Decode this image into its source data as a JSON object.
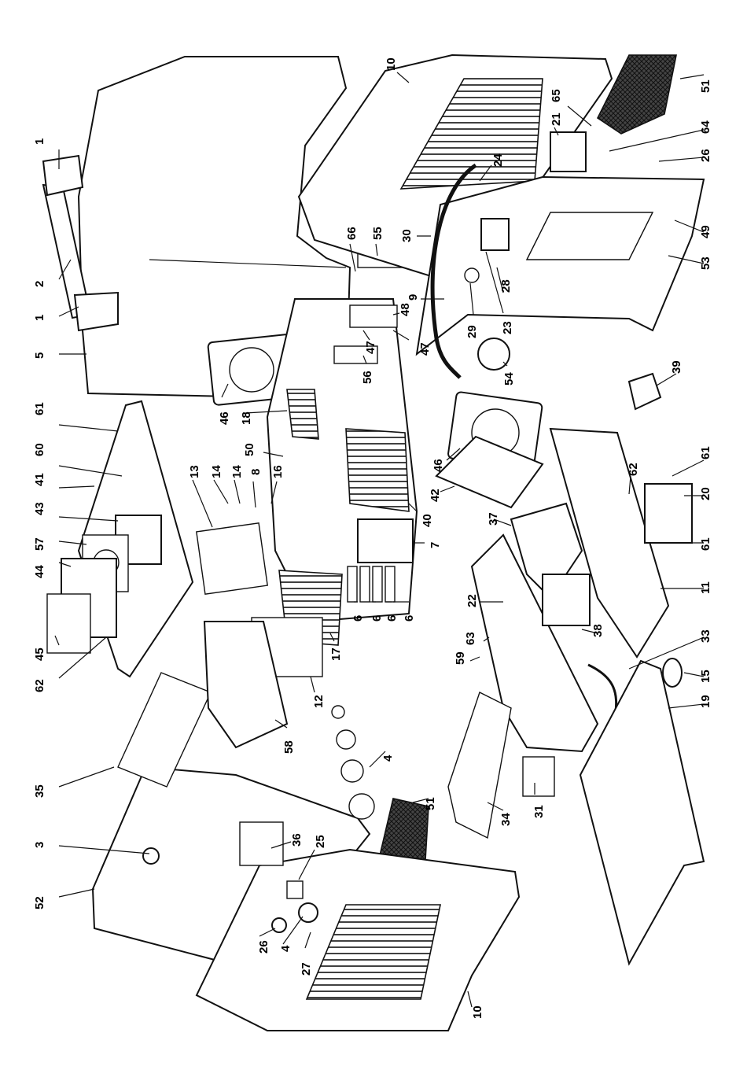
{
  "diagram": {
    "kind": "exploded-parts-view",
    "orientation": "rotated-90",
    "callouts": [
      {
        "label": "1"
      },
      {
        "label": "2"
      },
      {
        "label": "1"
      },
      {
        "label": "5"
      },
      {
        "label": "61"
      },
      {
        "label": "60"
      },
      {
        "label": "41"
      },
      {
        "label": "43"
      },
      {
        "label": "57"
      },
      {
        "label": "44"
      },
      {
        "label": "45"
      },
      {
        "label": "62"
      },
      {
        "label": "35"
      },
      {
        "label": "3"
      },
      {
        "label": "52"
      },
      {
        "label": "13"
      },
      {
        "label": "14"
      },
      {
        "label": "14"
      },
      {
        "label": "8"
      },
      {
        "label": "16"
      },
      {
        "label": "46"
      },
      {
        "label": "18"
      },
      {
        "label": "50"
      },
      {
        "label": "66"
      },
      {
        "label": "55"
      },
      {
        "label": "56"
      },
      {
        "label": "48"
      },
      {
        "label": "47"
      },
      {
        "label": "47"
      },
      {
        "label": "10"
      },
      {
        "label": "30"
      },
      {
        "label": "9"
      },
      {
        "label": "24"
      },
      {
        "label": "65"
      },
      {
        "label": "21"
      },
      {
        "label": "64"
      },
      {
        "label": "51"
      },
      {
        "label": "26"
      },
      {
        "label": "49"
      },
      {
        "label": "53"
      },
      {
        "label": "23"
      },
      {
        "label": "28"
      },
      {
        "label": "29"
      },
      {
        "label": "54"
      },
      {
        "label": "39"
      },
      {
        "label": "46"
      },
      {
        "label": "42"
      },
      {
        "label": "40"
      },
      {
        "label": "7"
      },
      {
        "label": "37"
      },
      {
        "label": "62"
      },
      {
        "label": "61"
      },
      {
        "label": "20"
      },
      {
        "label": "61"
      },
      {
        "label": "11"
      },
      {
        "label": "6"
      },
      {
        "label": "6"
      },
      {
        "label": "6"
      },
      {
        "label": "6"
      },
      {
        "label": "17"
      },
      {
        "label": "22"
      },
      {
        "label": "38"
      },
      {
        "label": "33"
      },
      {
        "label": "15"
      },
      {
        "label": "19"
      },
      {
        "label": "63"
      },
      {
        "label": "59"
      },
      {
        "label": "12"
      },
      {
        "label": "58"
      },
      {
        "label": "4"
      },
      {
        "label": "51"
      },
      {
        "label": "34"
      },
      {
        "label": "31"
      },
      {
        "label": "36"
      },
      {
        "label": "25"
      },
      {
        "label": "26"
      },
      {
        "label": "4"
      },
      {
        "label": "27"
      },
      {
        "label": "10"
      }
    ]
  }
}
